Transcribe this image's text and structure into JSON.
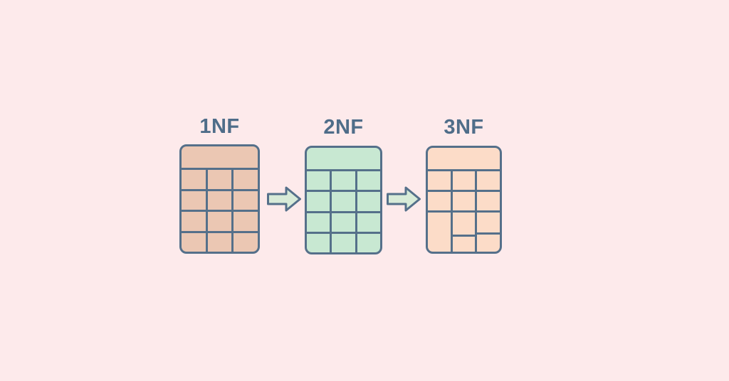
{
  "diagram": {
    "background_color": "#fdeaeb",
    "line_color": "#55708a",
    "label_color": "#4f6d89",
    "arrow_fill": "#d8ebd8",
    "stages": [
      {
        "label": "1NF",
        "fill": "#ebc7b3",
        "structure": "header row + 4 rows x 3 columns"
      },
      {
        "label": "2NF",
        "fill": "#c8e8d2",
        "structure": "header row + 4 rows x 3 columns"
      },
      {
        "label": "3NF",
        "fill": "#fcdcc8",
        "structure": "header row + 2 rows x 3 columns + irregular split bottom (left cell spans, middle/right splits misaligned)"
      }
    ],
    "arrows": [
      {
        "name": "arrow-1nf-to-2nf"
      },
      {
        "name": "arrow-2nf-to-3nf"
      }
    ]
  }
}
